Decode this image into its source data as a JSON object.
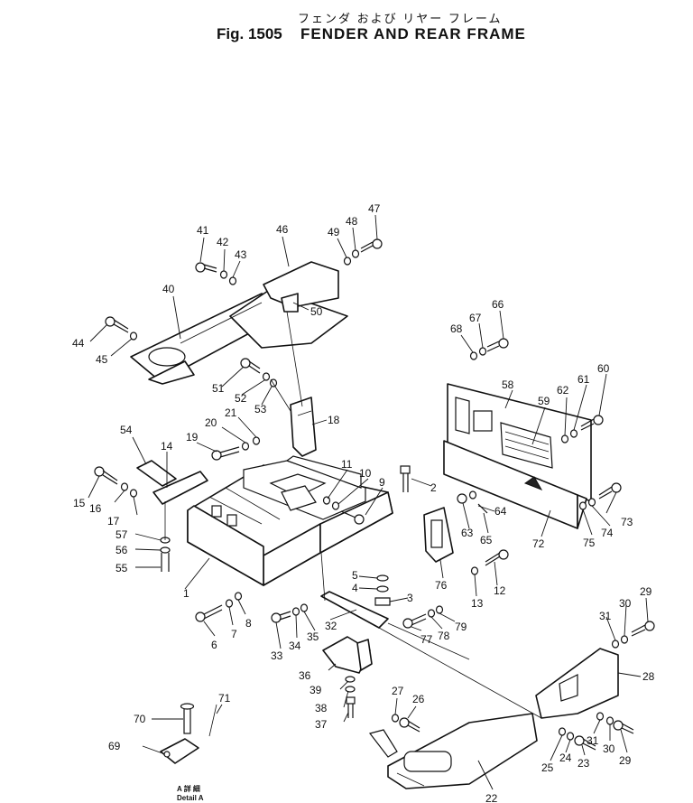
{
  "header": {
    "title_jp": "フェンダ および リヤー フレーム",
    "fig_no": "Fig. 1505",
    "title_en": "FENDER AND REAR FRAME"
  },
  "detail": {
    "line1": "A 詳 細",
    "line2": "Detail A"
  },
  "callouts": [
    "1",
    "2",
    "3",
    "4",
    "5",
    "6",
    "7",
    "8",
    "9",
    "10",
    "11",
    "12",
    "13",
    "14",
    "15",
    "16",
    "17",
    "18",
    "19",
    "20",
    "21",
    "22",
    "23",
    "24",
    "25",
    "26",
    "27",
    "28",
    "29",
    "29",
    "30",
    "30",
    "31",
    "31",
    "32",
    "33",
    "34",
    "35",
    "36",
    "37",
    "38",
    "39",
    "40",
    "41",
    "42",
    "43",
    "44",
    "45",
    "46",
    "47",
    "48",
    "49",
    "50",
    "51",
    "52",
    "53",
    "54",
    "55",
    "56",
    "57",
    "58",
    "59",
    "60",
    "61",
    "62",
    "63",
    "64",
    "65",
    "66",
    "67",
    "68",
    "69",
    "70",
    "71",
    "72",
    "73",
    "74",
    "75",
    "76",
    "77",
    "78",
    "79"
  ],
  "colors": {
    "ink": "#111111",
    "paper": "#ffffff"
  }
}
